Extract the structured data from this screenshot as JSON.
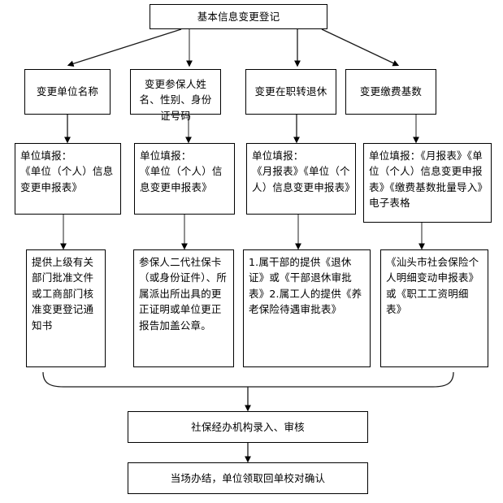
{
  "diagram": {
    "title_box": {
      "id": "basic-info-change-registration",
      "text": "基本信息变更登记"
    },
    "categories": [
      {
        "id": "change-unit-name",
        "text": "变更单位名称"
      },
      {
        "id": "change-insured-person-identity",
        "text": "变更参保人姓名、性别、身份证号码"
      },
      {
        "id": "change-active-to-retired",
        "text": "变更在职转退休"
      },
      {
        "id": "change-contribution-base",
        "text": "变更缴费基数"
      }
    ],
    "forms": [
      {
        "id": "form-unit-name",
        "text": "单位填报：\n《单位（个人）信息变更申报表》"
      },
      {
        "id": "form-insured-identity",
        "text": "单位填报：\n《单位（个人）信息变更申报表》"
      },
      {
        "id": "form-retirement",
        "text": "单位填报：\n《月报表》《单位（个人）信息变更申报表》"
      },
      {
        "id": "form-contribution-base",
        "text": "单位填报：《月报表》《单位（个人）信息变更申报表》《缴费基数批量导入》电子表格"
      }
    ],
    "materials": [
      {
        "id": "material-unit-name",
        "text": "提供上级有关部门批准文件或工商部门核准变更登记通知书"
      },
      {
        "id": "material-insured-identity",
        "text": "参保人二代社保卡（或身份证件）、所属派出所出具的更正证明或单位更正报告加盖公章。"
      },
      {
        "id": "material-retirement",
        "text": "1.属干部的提供《退休证》或《干部退休审批表》2.属工人的提供《养老保险待遇审批表》"
      },
      {
        "id": "material-contribution-base",
        "text": "《汕头市社会保险个人明细变动申报表》或《职工工资明细表》"
      }
    ],
    "process_box": {
      "id": "social-security-agency-entry-review",
      "text": "社保经办机构录入、审核"
    },
    "result_box": {
      "id": "on-site-completion-receipt",
      "text": "当场办结，单位领取回单校对确认"
    },
    "colors": {
      "stroke": "#000000",
      "background": "#ffffff",
      "text": "#000000"
    }
  }
}
